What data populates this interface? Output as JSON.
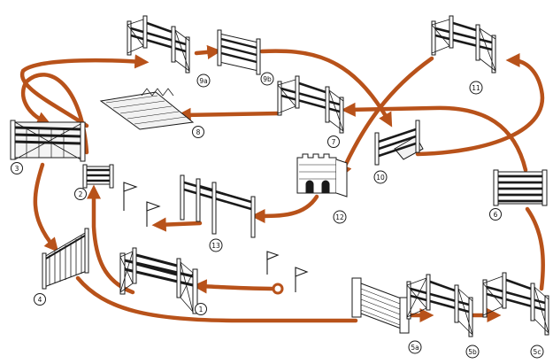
{
  "colors": {
    "route": "#b8521a",
    "ink": "#1a1a1a",
    "paper": "#ffffff",
    "water": "#f2f2f2"
  },
  "labels": {
    "j1": "1",
    "j2": "2",
    "j3": "3",
    "j4": "4",
    "j5a": "5a",
    "j5b": "5b",
    "j5c": "5c",
    "j6": "6",
    "j7": "7",
    "j8": "8",
    "j9a": "9a",
    "j9b": "9b",
    "j10": "10",
    "j11": "11",
    "j12": "12",
    "j13": "13"
  }
}
